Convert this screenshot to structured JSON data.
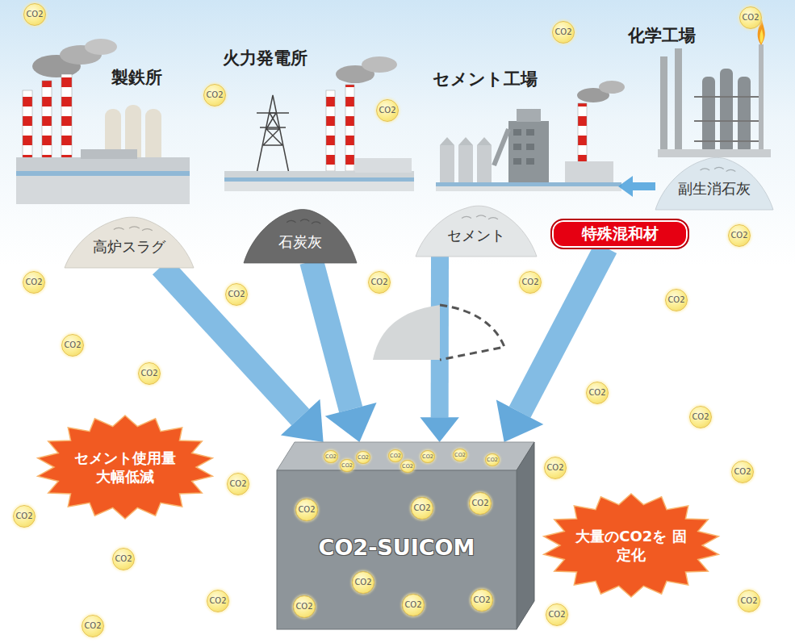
{
  "diagram": {
    "nodes": [
      {
        "text": [
          "高炉スラグ"
        ]
      },
      {
        "text": [
          "石炭灰"
        ]
      },
      {
        "text": [
          "セメント"
        ]
      },
      {
        "text": [
          "副生消石灰"
        ]
      },
      {
        "text": [
          "特殊混和材"
        ]
      },
      {
        "text": [
          "セメント使用量 大幅低減"
        ]
      },
      {
        "text": [
          "CO2-SUICOM"
        ]
      },
      {
        "text": [
          "大量のCO2を 固定化"
        ]
      },
      {
        "text": [
          "CO2"
        ]
      },
      {
        "text": [
          "CO2"
        ]
      },
      {
        "text": [
          "CO2"
        ]
      },
      {
        "text": [
          "CO2"
        ]
      },
      {
        "text": [
          "CO2"
        ]
      },
      {
        "text": [
          "CO2"
        ]
      },
      {
        "text": [
          "CO2"
        ]
      },
      {
        "text": [
          "CO2"
        ]
      },
      {
        "text": [
          "CO2"
        ]
      },
      {
        "text": [
          "CO2"
        ]
      },
      {
        "text": [
          "CO2"
        ]
      },
      {
        "text": [
          "CO2"
        ]
      },
      {
        "text": [
          "CO2"
        ]
      },
      {
        "text": [
          "CO2"
        ]
      },
      {
        "text": [
          "CO2"
        ]
      },
      {
        "text": [
          "CO2"
        ]
      },
      {
        "text": [
          "CO2"
        ]
      },
      {
        "text": [
          "CO2"
        ]
      },
      {
        "text": [
          "CO2"
        ]
      },
      {
        "text": [
          "CO2"
        ]
      },
      {
        "text": [
          "CO2"
        ]
      },
      {
        "text": [
          "CO2"
        ]
      },
      {
        "text": [
          "CO2"
        ]
      },
      {
        "text": [
          "CO2"
        ]
      },
      {
        "text": [
          "CO2"
        ],
        "in": 6
      },
      {
        "text": [
          "CO2"
        ],
        "in": 6
      },
      {
        "text": [
          "CO2"
        ],
        "in": 6
      },
      {
        "text": [
          "CO2"
        ],
        "in": 6
      },
      {
        "text": [
          "CO2"
        ],
        "in": 6
      },
      {
        "text": [
          "CO2"
        ],
        "in": 6
      },
      {
        "text": [
          "CO2"
        ],
        "in": 6
      },
      {
        "text": [
          "CO2"
        ],
        "in": 6
      },
      {
        "text": [
          "CO2"
        ],
        "in": 6
      },
      {
        "text": [
          "CO2"
        ],
        "in": 6
      },
      {
        "text": [
          "CO2"
        ],
        "in": 6
      },
      {
        "text": [
          "CO2"
        ],
        "in": 6
      },
      {
        "text": [
          "CO2"
        ],
        "in": 6
      },
      {
        "text": [
          "CO2"
        ],
        "in": 6
      },
      {
        "text": [
          "CO2"
        ],
        "in": 6
      }
    ],
    "edges": [
      {
        "from": 0,
        "to": 6,
        "arrow": "to"
      },
      {
        "from": 1,
        "to": 6,
        "arrow": "to"
      },
      {
        "from": 2,
        "to": 6,
        "arrow": "to"
      },
      {
        "from": 4,
        "to": 6,
        "arrow": "to"
      }
    ],
    "labels": [
      "製鉄所",
      "火力発電所",
      "セメント工場",
      "化学工場"
    ]
  }
}
